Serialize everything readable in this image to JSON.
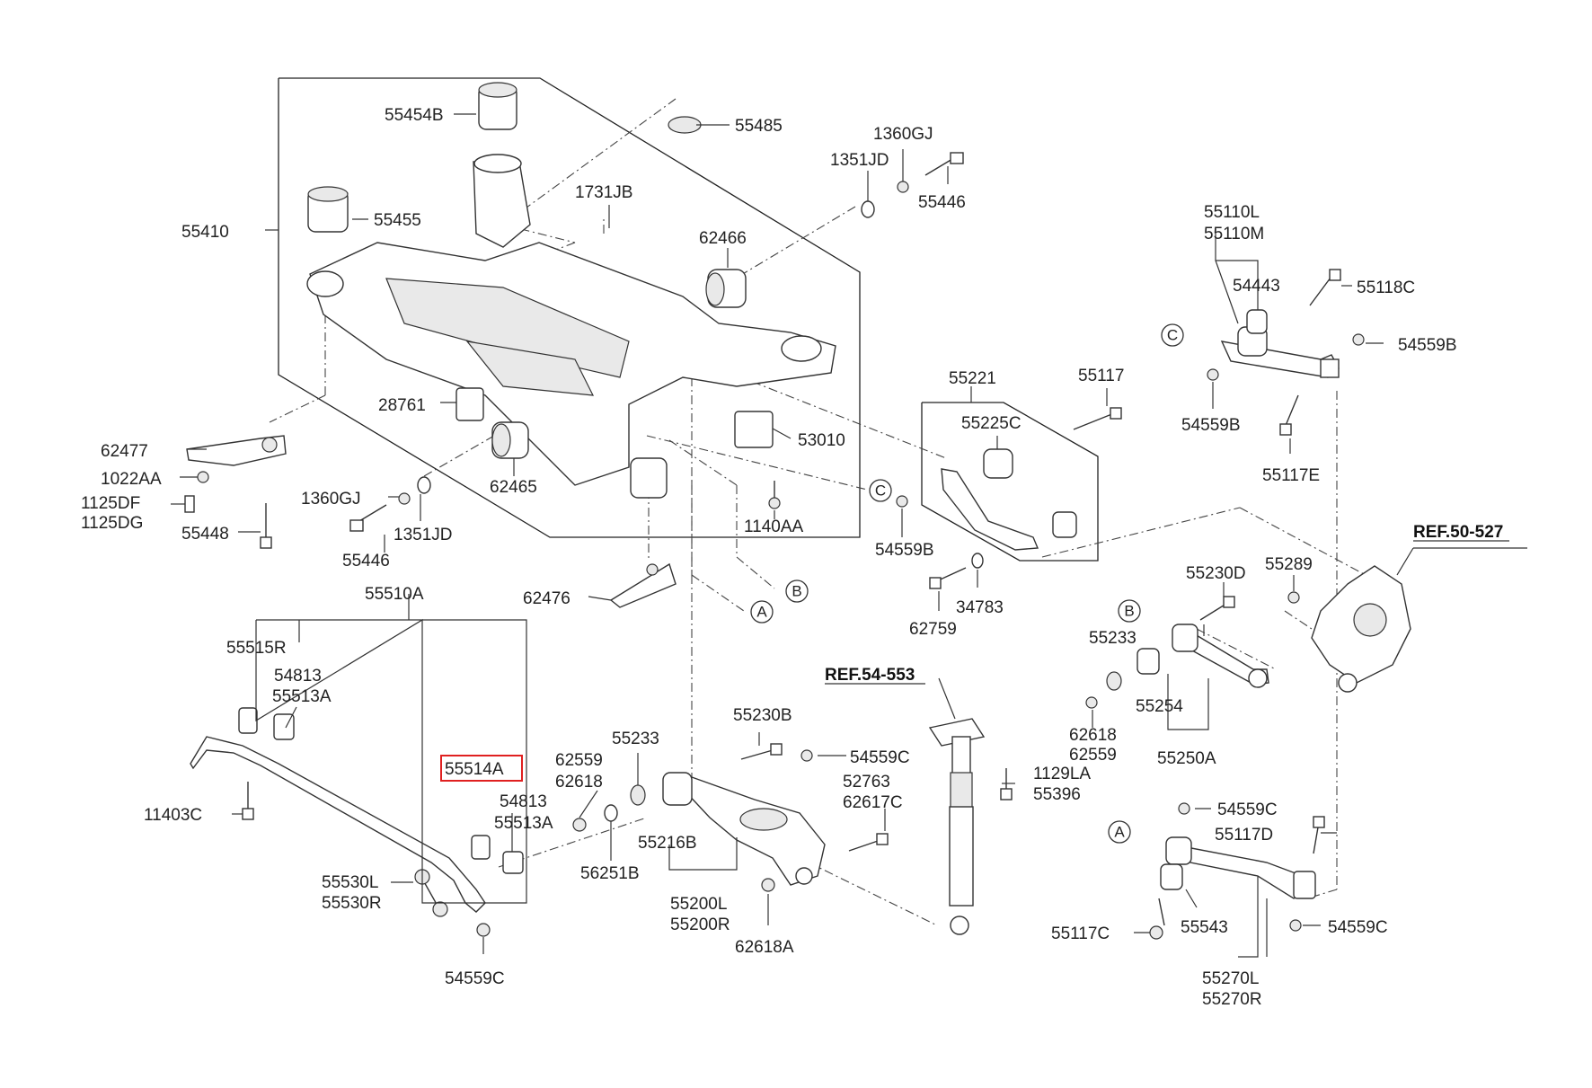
{
  "diagram": {
    "references": {
      "ref_50_527": "REF.50-527",
      "ref_54_553": "REF.54-553"
    },
    "markers": {
      "a": "A",
      "b": "B",
      "c": "C"
    },
    "highlighted_part": "55514A",
    "highlight_color": "#e02020",
    "labels": {
      "p55454B": "55454B",
      "p55485": "55485",
      "p1360GJ_top": "1360GJ",
      "p1351JD_top": "1351JD",
      "p55446_top": "55446",
      "p1731JB": "1731JB",
      "p55455": "55455",
      "p55410": "55410",
      "p62466": "62466",
      "p55110L": "55110L",
      "p55110M": "55110M",
      "p54443": "54443",
      "p55118C": "55118C",
      "p54559B_right": "54559B",
      "p54559B_left": "54559B",
      "p55117E": "55117E",
      "p55221": "55221",
      "p55117_top": "55117",
      "p55225C": "55225C",
      "p28761": "28761",
      "p53010": "53010",
      "p62477": "62477",
      "p1022AA": "1022AA",
      "p1125DF": "1125DF",
      "p1125DG": "1125DG",
      "p55448": "55448",
      "p1360GJ_mid": "1360GJ",
      "p62465": "62465",
      "p1351JD_mid": "1351JD",
      "p55446_mid": "55446",
      "p1140AA": "1140AA",
      "p54559B_mid": "54559B",
      "p62759": "62759",
      "p34783": "34783",
      "p55510A": "55510A",
      "p62476": "62476",
      "p55230D": "55230D",
      "p55289": "55289",
      "p55515R": "55515R",
      "p54813_top": "54813",
      "p55513A_top": "55513A",
      "p55233_right": "55233",
      "p55254": "55254",
      "p62618_right": "62618",
      "p62559_right": "62559",
      "p55250A": "55250A",
      "p55230B": "55230B",
      "p55233_mid": "55233",
      "p54559C_mid": "54559C",
      "p62559_mid": "62559",
      "p62618_mid": "62618",
      "p55514A": "55514A",
      "p52763": "52763",
      "p62617C": "62617C",
      "p1129LA": "1129LA",
      "p55396": "55396",
      "p11403C": "11403C",
      "p54813_mid": "54813",
      "p55513A_mid": "55513A",
      "p55216B": "55216B",
      "p56251B": "56251B",
      "p54559C_right_top": "54559C",
      "p55117D": "55117D",
      "p55530L": "55530L",
      "p55530R": "55530R",
      "p55200L": "55200L",
      "p55200R": "55200R",
      "p62618A": "62618A",
      "p55117C": "55117C",
      "p55543": "55543",
      "p54559C_right_bottom": "54559C",
      "p54559C_bottom": "54559C",
      "p55270L": "55270L",
      "p55270R": "55270R"
    }
  }
}
